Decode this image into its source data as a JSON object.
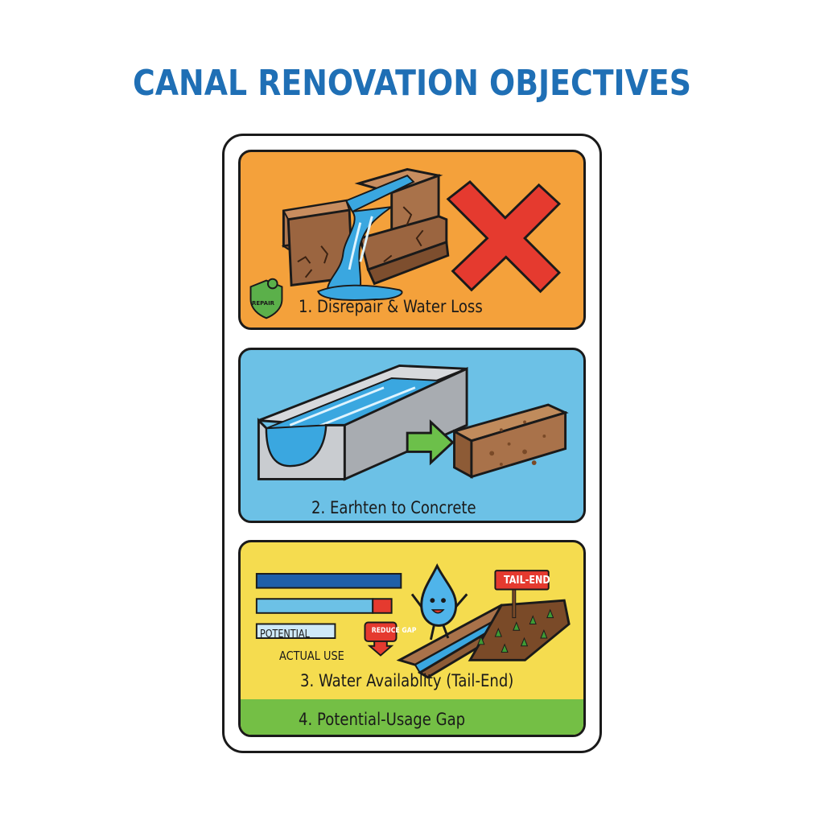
{
  "title": "CANAL RENOVATION OBJECTIVES",
  "panels": [
    {
      "caption": "1. Disrepair & Water Loss",
      "badge": "REPAIR",
      "color": "#f4a13b"
    },
    {
      "caption": "2. Earhten to Concrete",
      "color": "#6cc1e6"
    },
    {
      "caption": "3. Water Availablity (Tail-End)",
      "color": "#f5dc4f",
      "bar_labels": {
        "potential": "POTENTIAL",
        "actual": "ACTUAL USE"
      },
      "reduce_label": "REDUCE GAP",
      "sign_label": "TAIL-END"
    }
  ],
  "footer": {
    "caption": "4. Potential-Usage Gap",
    "color": "#74bf45"
  },
  "colors": {
    "title": "#1f6fb5",
    "water": "#3aa7e0",
    "concrete": "#c9ccd0",
    "earth": "#a9724a",
    "cross": "#e53a2f",
    "arrow": "#6cc04a"
  },
  "icons": [
    "repair-shield-icon",
    "cross-icon",
    "arrow-right-icon",
    "water-drop-mascot-icon",
    "down-arrow-icon"
  ]
}
